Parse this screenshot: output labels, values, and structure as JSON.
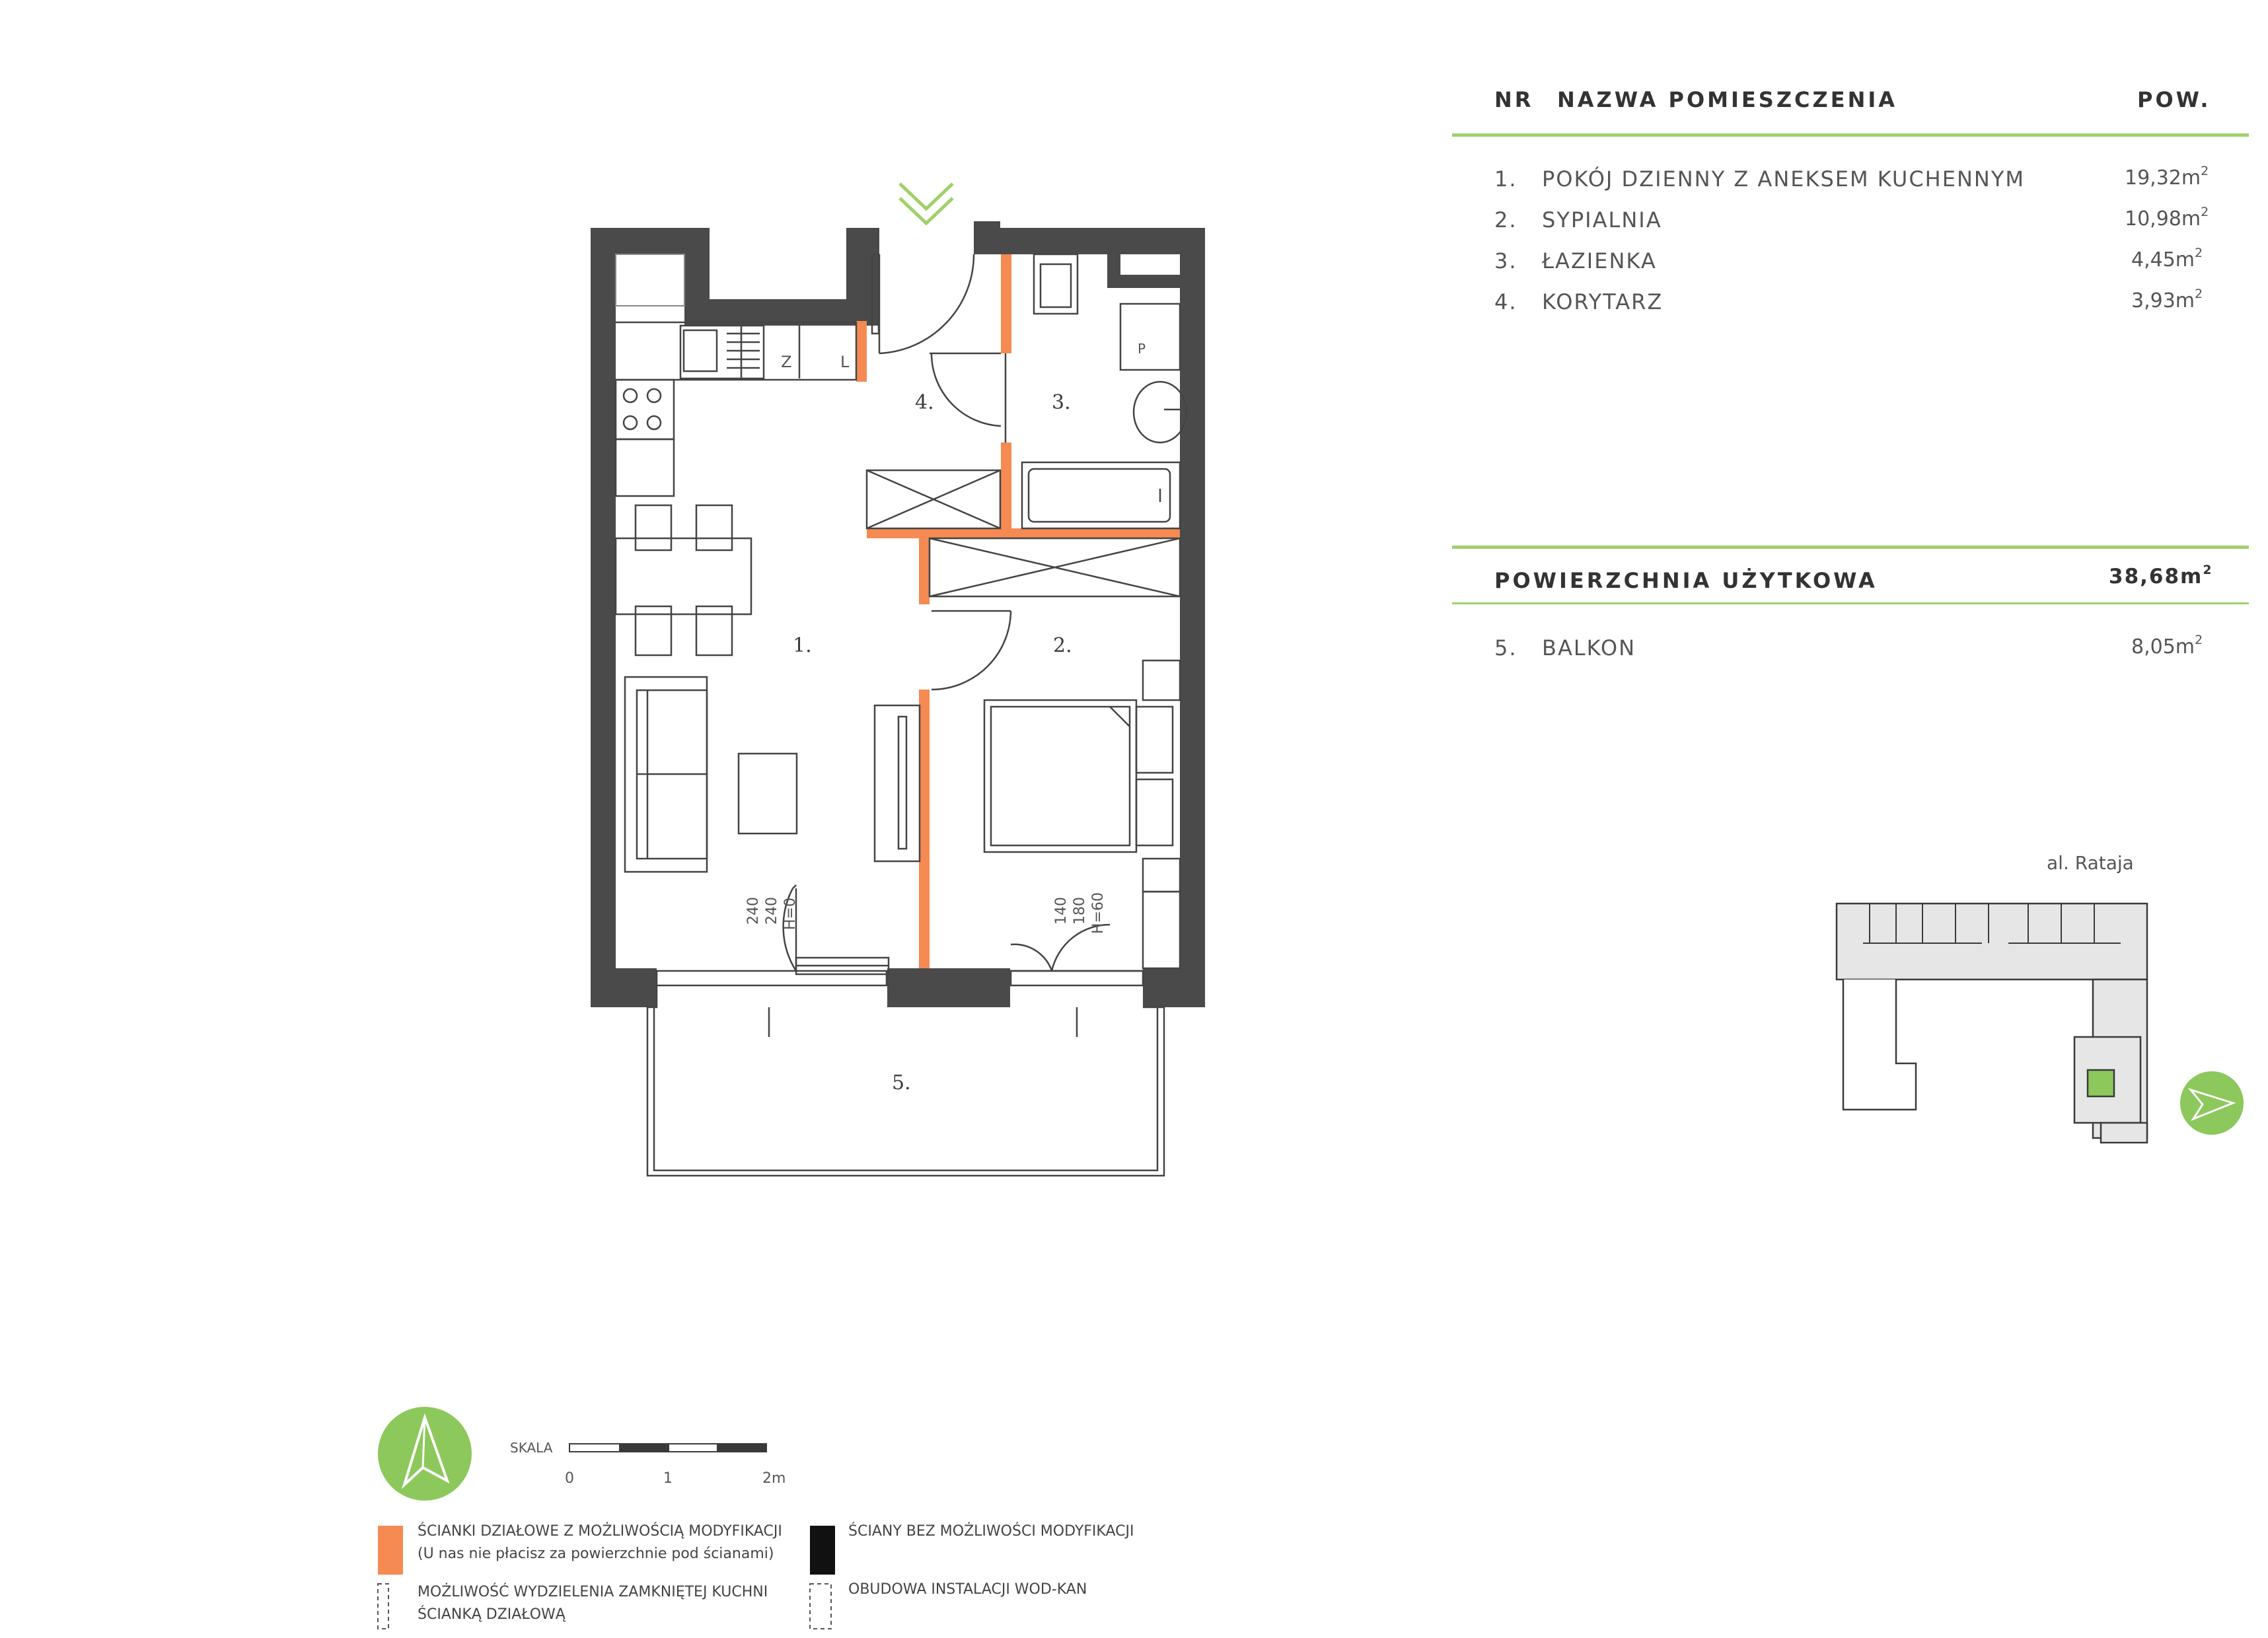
{
  "table": {
    "head_nr": "NR",
    "head_name": "NAZWA POMIESZCZENIA",
    "head_area": "POW.",
    "rooms": [
      {
        "nr": "1.",
        "name": "POKÓJ DZIENNY Z ANEKSEM KUCHENNYM",
        "area": "19,32m"
      },
      {
        "nr": "2.",
        "name": "SYPIALNIA",
        "area": "10,98m"
      },
      {
        "nr": "3.",
        "name": "ŁAZIENKA",
        "area": "4,45m"
      },
      {
        "nr": "4.",
        "name": "KORYTARZ",
        "area": "3,93m"
      }
    ],
    "unit_sup": "2",
    "total_label": "POWIERZCHNIA UŻYTKOWA",
    "total_value": "38,68m",
    "balcony": {
      "nr": "5.",
      "name": "BALKON",
      "area": "8,05m"
    }
  },
  "plan_labels": {
    "room1": "1.",
    "room2": "2.",
    "room3": "3.",
    "room4": "4.",
    "room5": "5.",
    "sink_z": "Z",
    "sink_l": "L",
    "dim_a1": "240",
    "dim_a2": "240",
    "dim_a3": "H=0",
    "dim_b1": "140",
    "dim_b2": "180",
    "dim_b3": "H=60",
    "wm": "P"
  },
  "site": {
    "street": "al. Rataja"
  },
  "scale": {
    "label": "SKALA",
    "tick0": "0",
    "tick1": "1",
    "tick2": "2m"
  },
  "legend": {
    "orange_line1": "ŚCIANKI DZIAŁOWE Z MOŻLIWOŚCIĄ MODYFIKACJI",
    "orange_line2": "(U nas nie płacisz za powierzchnie pod ścianami)",
    "black_line1": "ŚCIANY BEZ MOŻLIWOŚCI MODYFIKACJI",
    "kitchen_line1": "MOŻLIWOŚĆ WYDZIELENIA ZAMKNIĘTEJ KUCHNI",
    "kitchen_line2": "ŚCIANKĄ DZIAŁOWĄ",
    "wodkan_line1": "OBUDOWA INSTALACJI WOD-KAN"
  },
  "colors": {
    "wall_fixed": "#4a4a4a",
    "wall_modifiable": "#f58a52",
    "accent_green": "#9fd06a",
    "highlight_unit": "#8cc85b"
  }
}
